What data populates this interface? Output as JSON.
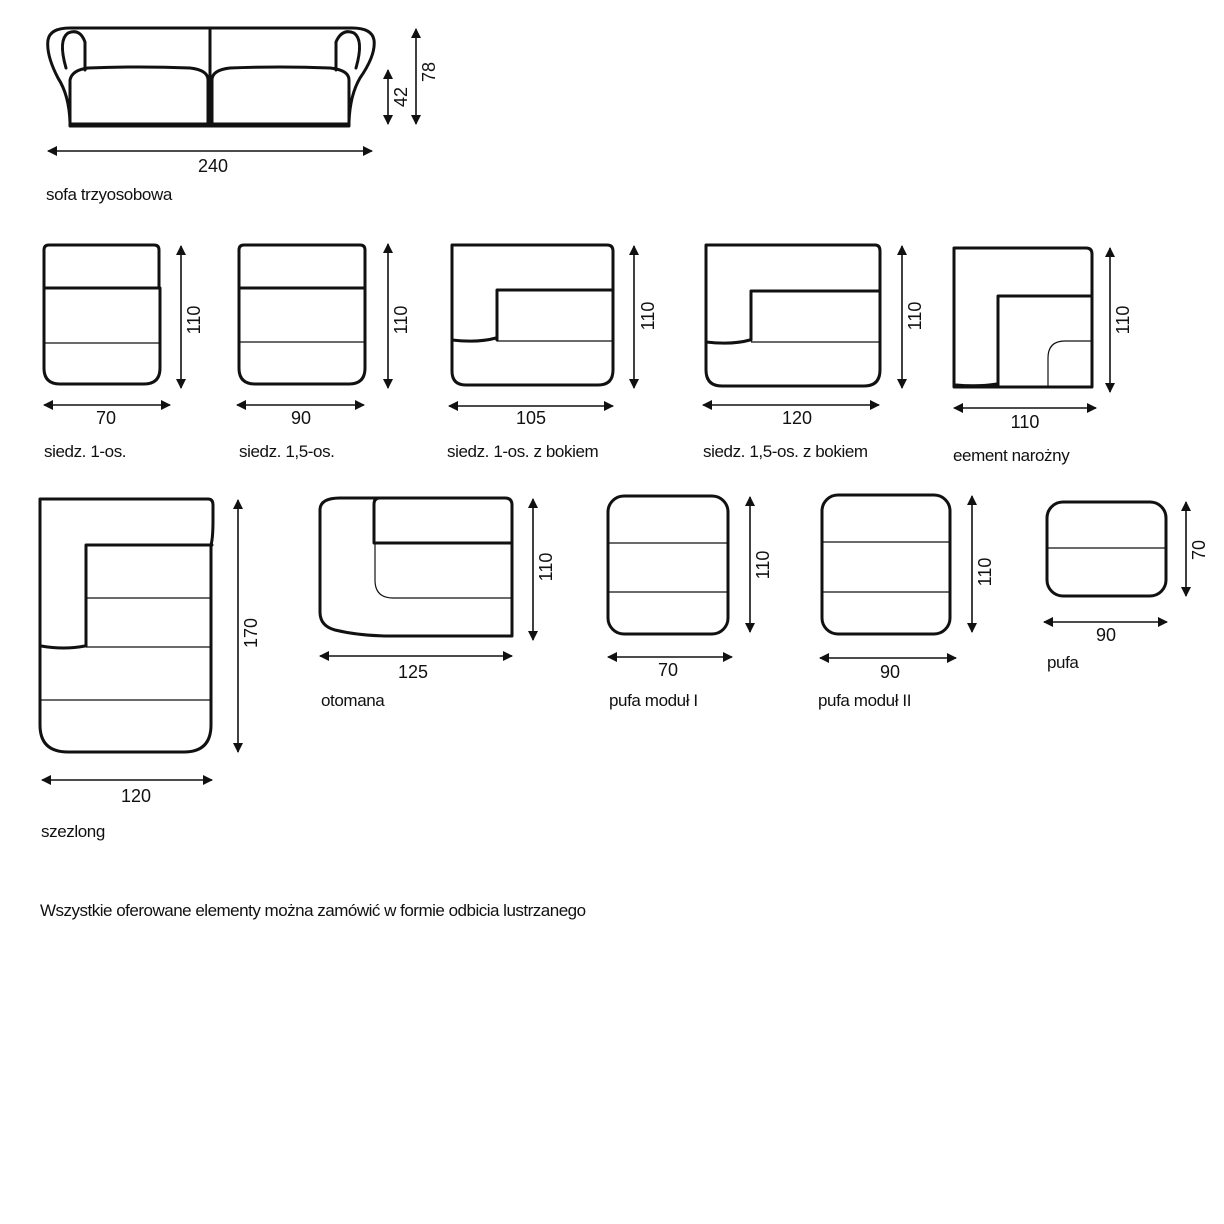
{
  "items": {
    "sofa": {
      "label": "sofa trzyosobowa",
      "width": "240",
      "seat_height": "42",
      "height": "78"
    },
    "seat1": {
      "label": "siedz. 1-os.",
      "width": "70",
      "depth": "110"
    },
    "seat15": {
      "label": "siedz. 1,5-os.",
      "width": "90",
      "depth": "110"
    },
    "seat1side": {
      "label": "siedz. 1-os. z bokiem",
      "width": "105",
      "depth": "110"
    },
    "seat15side": {
      "label": "siedz. 1,5-os. z bokiem",
      "width": "120",
      "depth": "110"
    },
    "corner": {
      "label": "eement narożny",
      "width": "110",
      "depth": "110"
    },
    "chaise": {
      "label": "szezlong",
      "width": "120",
      "depth": "170"
    },
    "ottoman": {
      "label": "otomana",
      "width": "125",
      "depth": "110"
    },
    "pouf1": {
      "label": "pufa moduł I",
      "width": "70",
      "depth": "110"
    },
    "pouf2": {
      "label": "pufa moduł II",
      "width": "90",
      "depth": "110"
    },
    "pouf": {
      "label": "pufa",
      "width": "90",
      "depth": "70"
    }
  },
  "note": "Wszystkie oferowane elementy można zamówić w formie odbicia lustrzanego"
}
